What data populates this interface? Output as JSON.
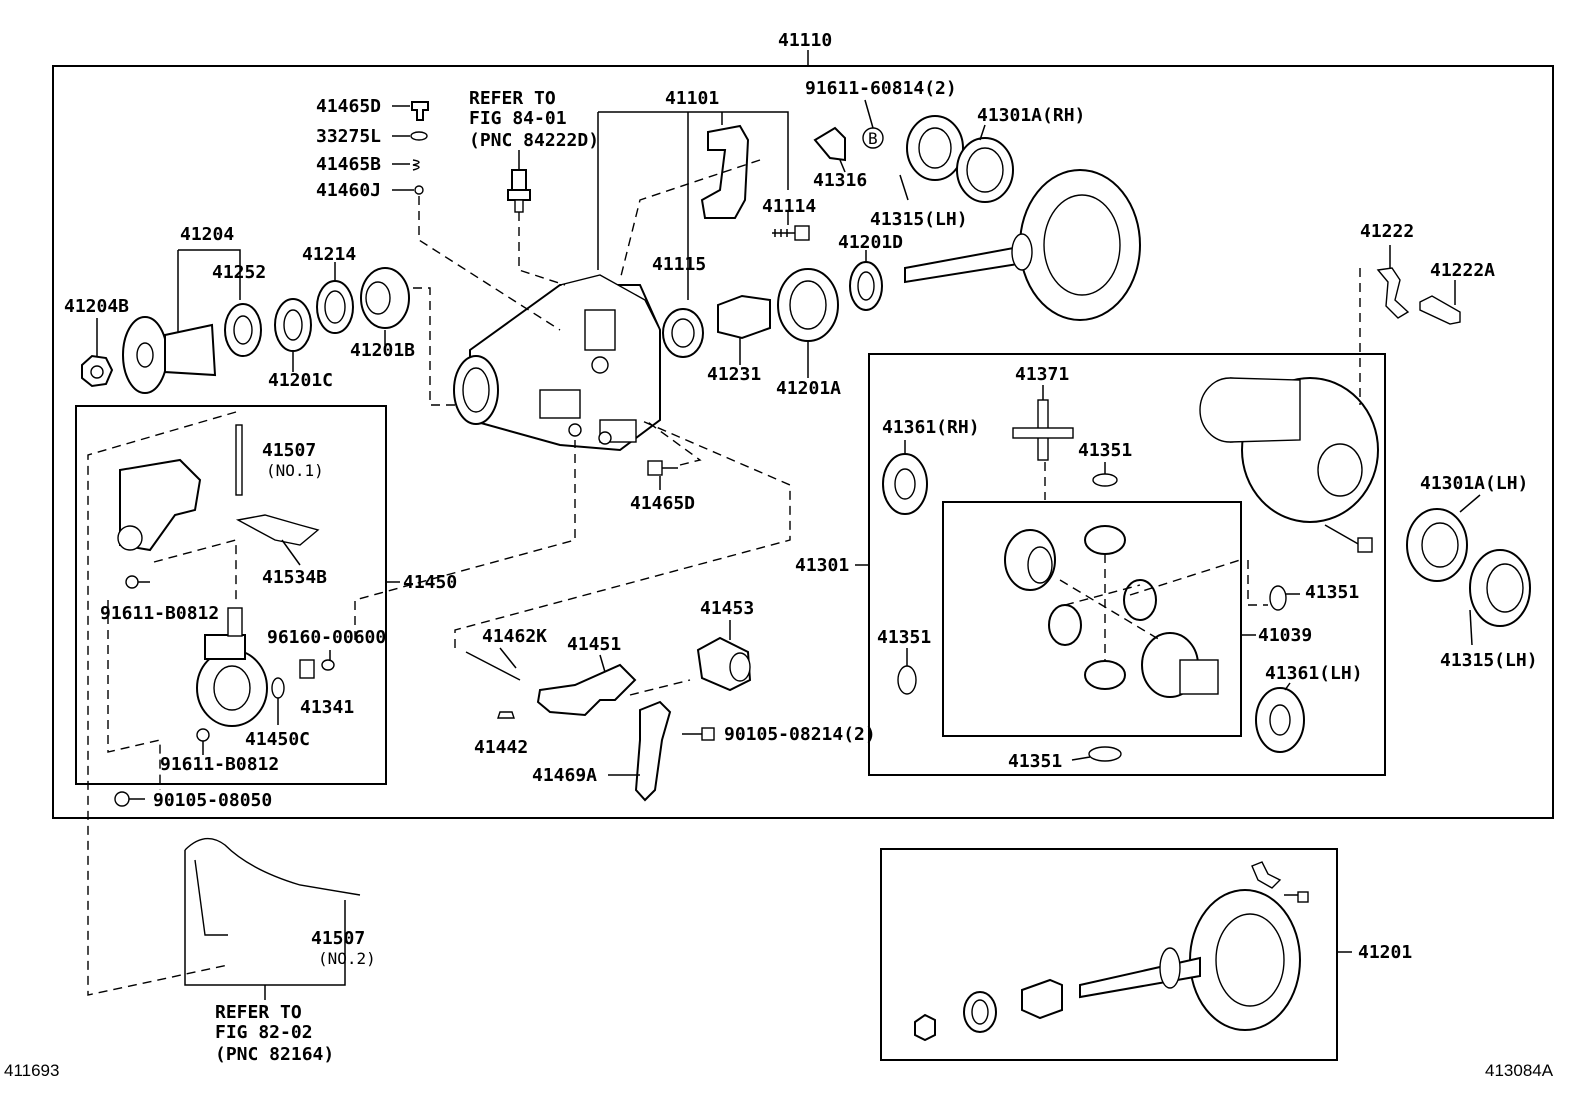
{
  "labels": {
    "assembly_top": "41110",
    "refer_top_1": "REFER TO",
    "refer_top_2": "FIG 84-01",
    "refer_top_3": "(PNC 84222D)",
    "p41465D_top": "41465D",
    "p33275L": "33275L",
    "p41465B": "41465B",
    "p41460J": "41460J",
    "p41101": "41101",
    "p91611_60814": "91611-60814(2)",
    "p41301A_RH": "41301A(RH)",
    "p41316": "41316",
    "p41114": "41114",
    "p41315_LH_top": "41315(LH)",
    "p41201D": "41201D",
    "p41115": "41115",
    "p41204": "41204",
    "p41252": "41252",
    "p41214": "41214",
    "p41204B": "41204B",
    "p41201B": "41201B",
    "p41201C": "41201C",
    "p41231": "41231",
    "p41201A": "41201A",
    "p41222": "41222",
    "p41222A": "41222A",
    "p41371": "41371",
    "p41361_RH": "41361(RH)",
    "p41351_a": "41351",
    "p41507": "41507",
    "p41507_no1": "(NO.1)",
    "p41534B": "41534B",
    "p41450": "41450",
    "p91611_B0812_a": "91611-B0812",
    "p96160_00600": "96160-00600",
    "p41341": "41341",
    "p41450C": "41450C",
    "p91611_B0812_b": "91611-B0812",
    "p90105_08050": "90105-08050",
    "p41465D_mid": "41465D",
    "p41453": "41453",
    "p41462K": "41462K",
    "p41451": "41451",
    "p41442": "41442",
    "p90105_08214": "90105-08214(2)",
    "p41469A": "41469A",
    "p41301A_LH": "41301A(LH)",
    "p41301": "41301",
    "p41351_b": "41351",
    "p41351_c": "41351",
    "p41039": "41039",
    "p41361_LH": "41361(LH)",
    "p41315_LH_right": "41315(LH)",
    "p41351_d": "41351",
    "p41507_b": "41507",
    "p41507_no2": "(NO.2)",
    "refer_bottom_1": "REFER TO",
    "refer_bottom_2": "FIG 82-02",
    "refer_bottom_3": "(PNC 82164)",
    "p41201": "41201",
    "corner_left": "411693",
    "corner_right": "413084A",
    "circle_b": "B"
  }
}
